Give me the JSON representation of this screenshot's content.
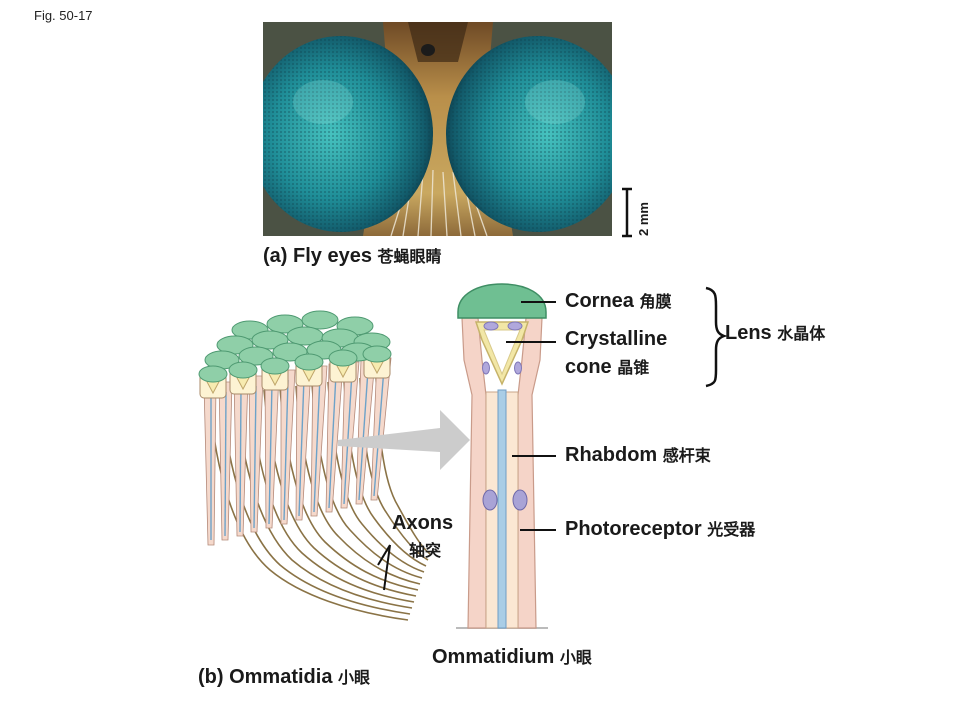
{
  "figure": {
    "fig_label": "Fig. 50-17",
    "panel_a": {
      "caption": "(a) Fly eyes",
      "caption_zh": "苍蝇眼睛",
      "scale_bar": "2 mm"
    },
    "panel_b": {
      "ommatidia_caption": "(b) Ommatidia",
      "ommatidia_caption_zh": "小眼",
      "axons": "Axons",
      "axons_zh": "轴突"
    },
    "ommatidium": {
      "title": "Ommatidium",
      "title_zh": "小眼",
      "cornea": "Cornea",
      "cornea_zh": "角膜",
      "crystalline_1": "Crystalline",
      "crystalline_2": "cone",
      "crystalline_zh": "晶锥",
      "lens": "Lens",
      "lens_zh": "水晶体",
      "rhabdom": "Rhabdom",
      "rhabdom_zh": "感杆束",
      "photoreceptor": "Photoreceptor",
      "photoreceptor_zh": "光受器"
    }
  },
  "colors": {
    "cornea_green": "#6fbf92",
    "cone_yellow": "#f2e7a6",
    "sheath_pink": "#f2cfc4",
    "rhabdom_blue": "#a9cde6",
    "nucleus_lilac": "#a9a3d6",
    "arrow_gray": "#c9c9c9"
  }
}
